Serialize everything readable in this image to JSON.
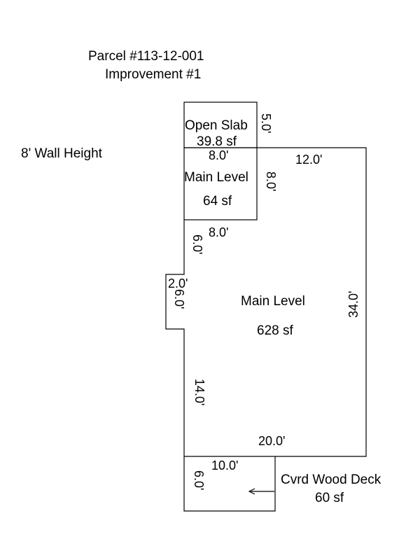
{
  "header": {
    "parcel": "Parcel #113-12-001",
    "improvement": "Improvement #1"
  },
  "wall_height": "8' Wall Height",
  "areas": {
    "open_slab": {
      "name": "Open Slab",
      "area": "39.8 sf",
      "dims": {
        "depth": "5.0'"
      }
    },
    "main_upper": {
      "name": "Main Level",
      "area": "64 sf",
      "dims": {
        "top": "8.0'",
        "right": "8.0'",
        "bottom": "8.0'"
      }
    },
    "main_level": {
      "name": "Main Level",
      "area": "628 sf",
      "dims": {
        "top": "12.0'",
        "right": "34.0'",
        "bottom": "20.0'",
        "left_upper": "6.0'",
        "jog_width": "2.0'",
        "jog_height": "6.0'",
        "left_lower": "14.0'"
      }
    },
    "deck": {
      "name": "Cvrd Wood Deck",
      "area": "60 sf",
      "dims": {
        "top": "10.0'",
        "left": "6.0'"
      }
    }
  }
}
